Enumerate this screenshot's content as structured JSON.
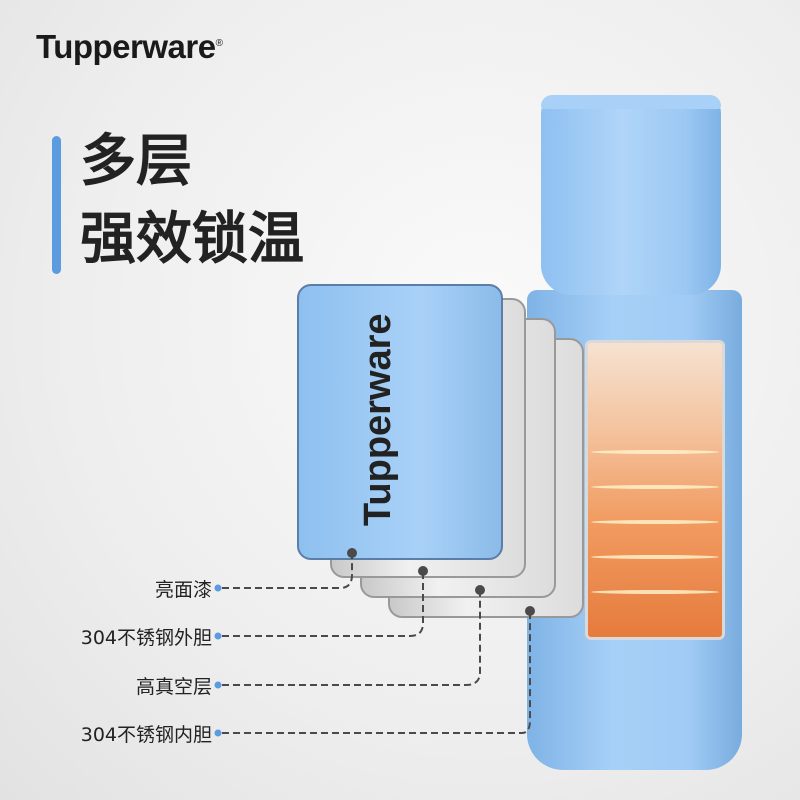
{
  "brand": {
    "logo": "Tupperware",
    "registered": "®"
  },
  "headline": {
    "line1": "多层",
    "line2": "强效锁温"
  },
  "panel_logo": "Tupperware",
  "layers": [
    {
      "label": "亮面漆"
    },
    {
      "label": "304不锈钢外胆"
    },
    {
      "label": "高真空层"
    },
    {
      "label": "304不锈钢内胆"
    }
  ],
  "colors": {
    "accent": "#5b9be0",
    "bottle": "#a7d0f7",
    "leader": "#4a4a4a"
  }
}
